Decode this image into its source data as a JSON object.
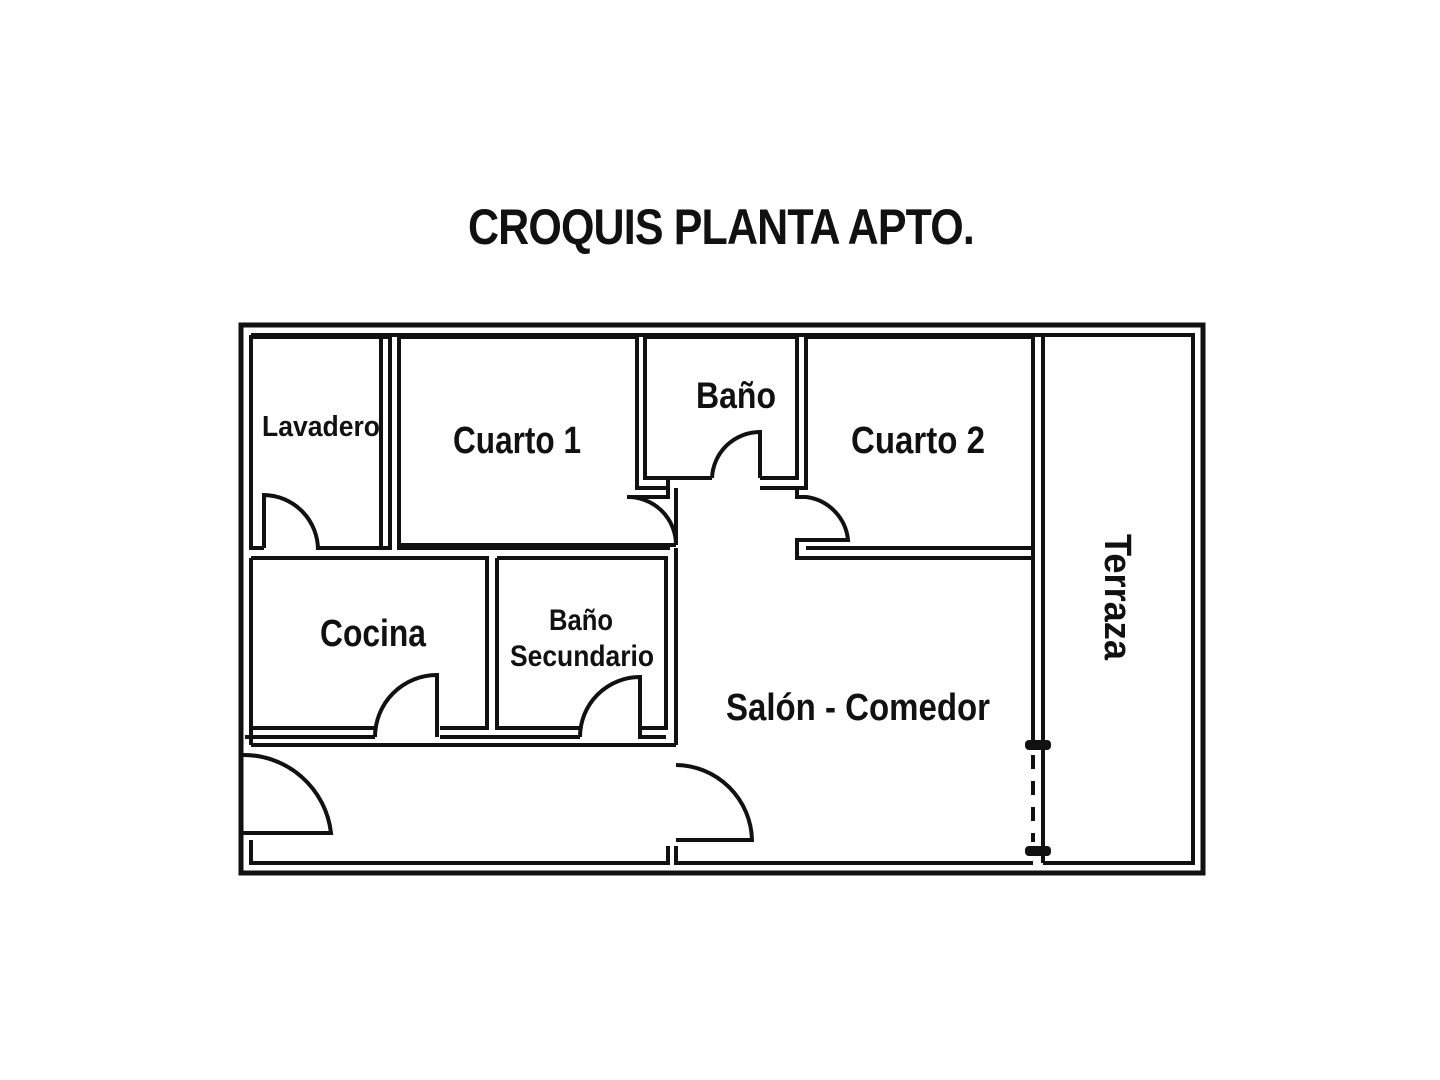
{
  "title": "CROQUIS PLANTA APTO.",
  "rooms": {
    "lavadero": "Lavadero",
    "cuarto1": "Cuarto 1",
    "bano": "Baño",
    "cuarto2": "Cuarto 2",
    "terraza": "Terraza",
    "cocina": "Cocina",
    "bano_secundario_1": "Baño",
    "bano_secundario_2": "Secundario",
    "salon": "Salón - Comedor"
  }
}
